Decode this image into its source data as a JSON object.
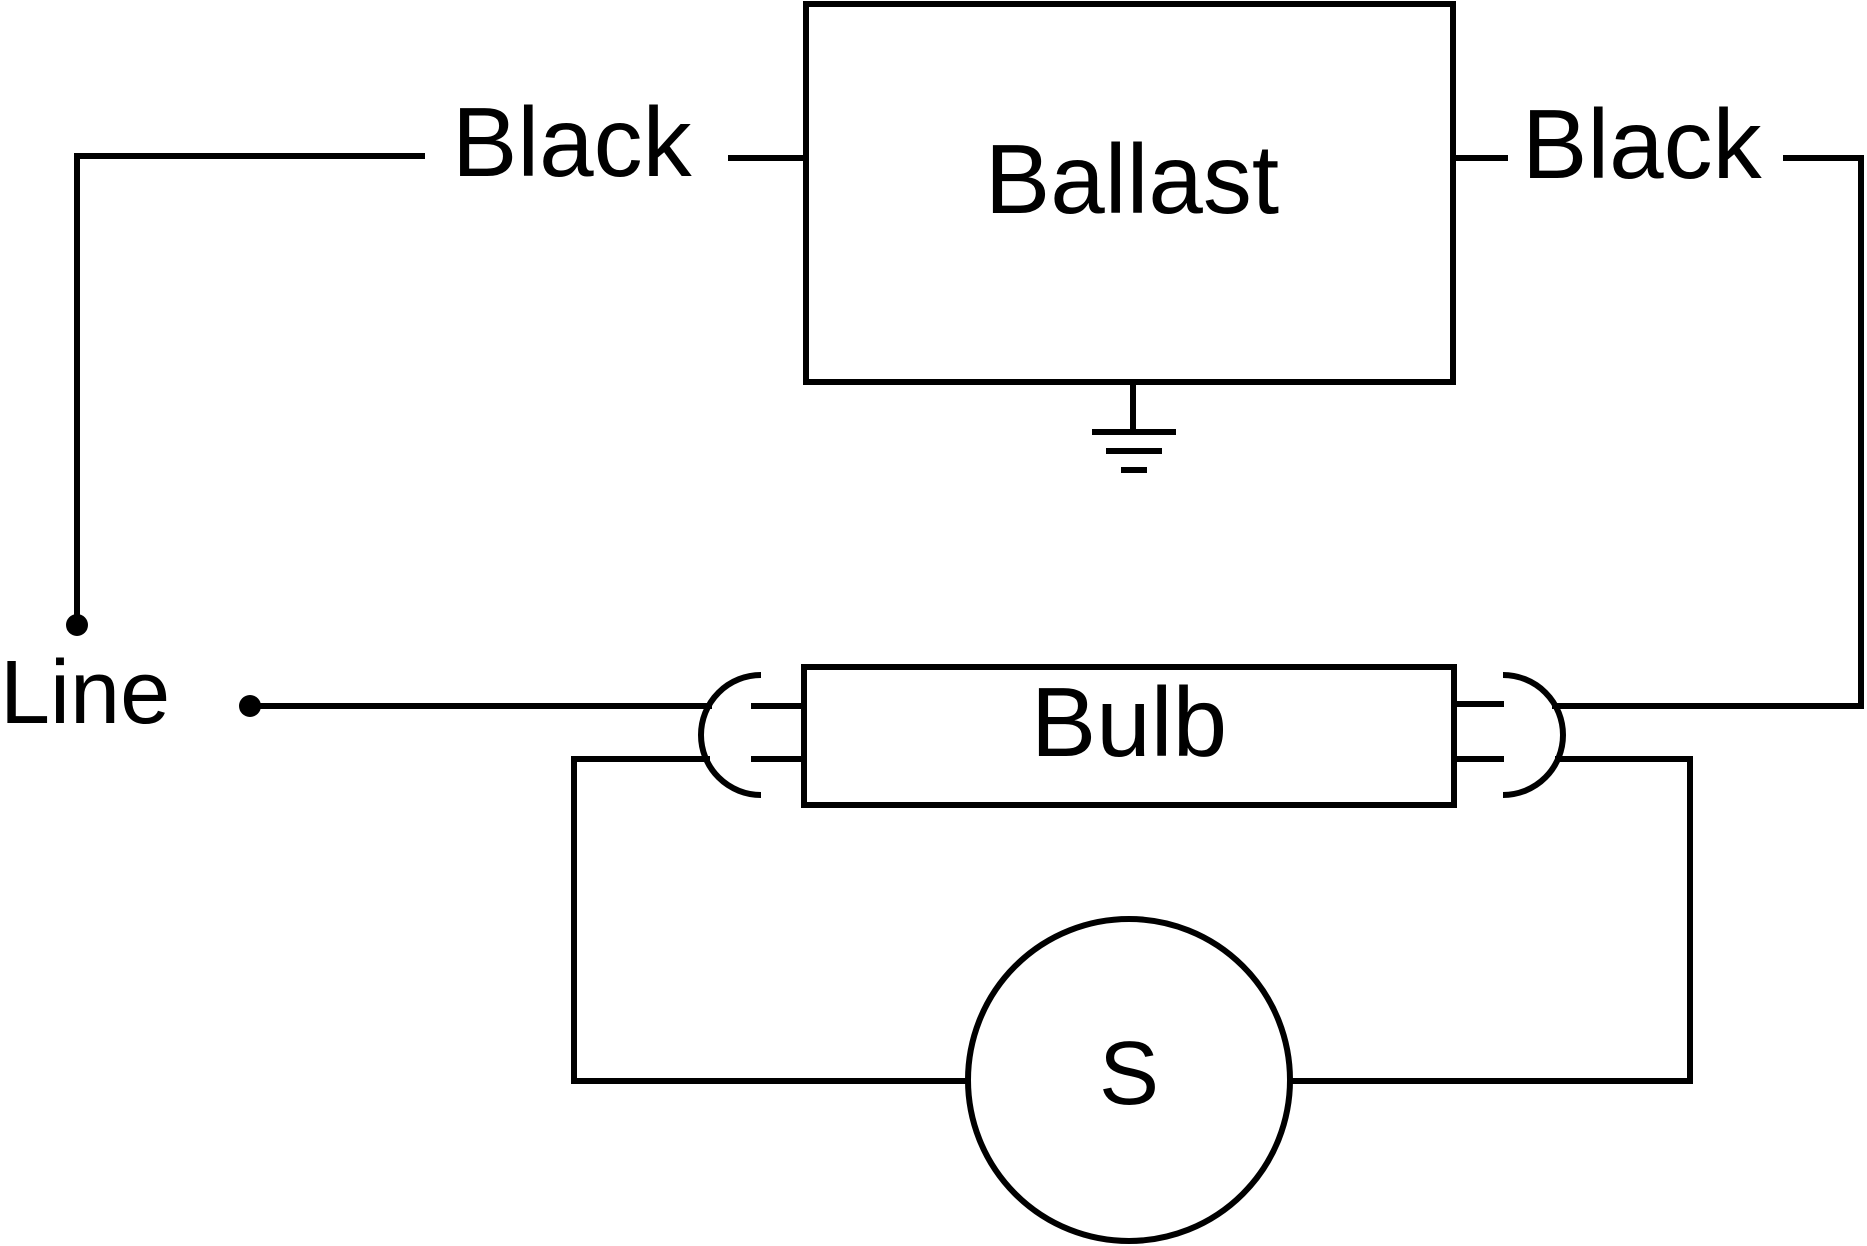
{
  "labels": {
    "ballast": "Ballast",
    "bulb": "Bulb",
    "starter": "S",
    "wire_left": "Black",
    "wire_right": "Black",
    "line": "Line"
  },
  "components": {
    "ballast_ground": "ground-symbol",
    "line_terminals": [
      "terminal-upper",
      "terminal-lower"
    ]
  },
  "colors": {
    "stroke": "#000000",
    "background": "#ffffff"
  }
}
